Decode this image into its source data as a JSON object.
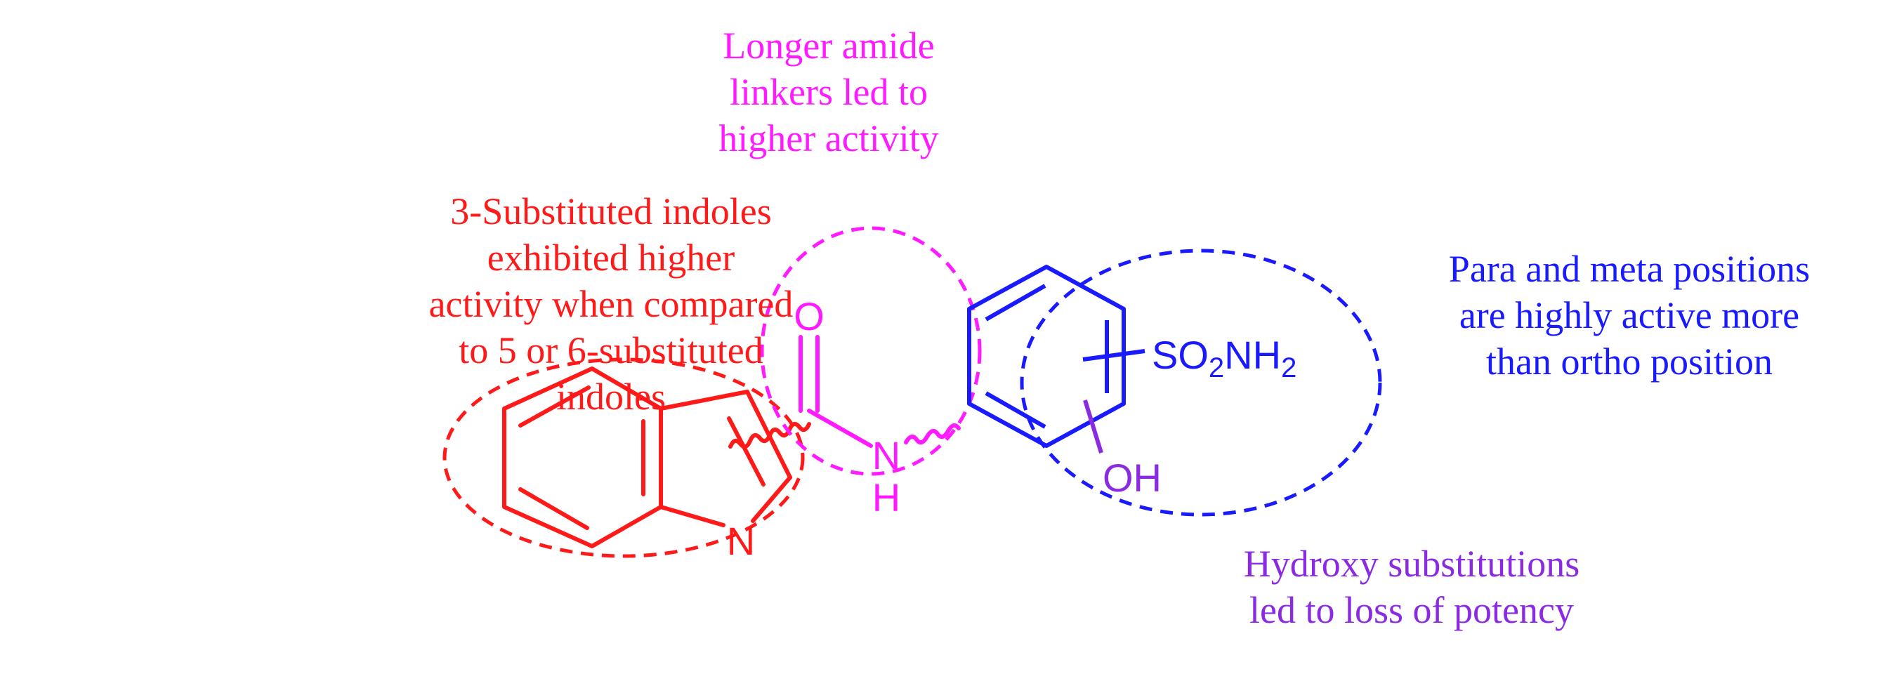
{
  "colors": {
    "indole": "#ff1a1a",
    "amide": "#ff1aff",
    "sulfonamide": "#1a1aff",
    "hydroxy": "#8a2be2"
  },
  "annotations": {
    "indole": [
      "3-Substituted indoles",
      "exhibited higher",
      "activity when compared",
      "to 5 or 6-substituted",
      "indoles"
    ],
    "amide": [
      "Longer amide",
      "linkers led to",
      "higher activity"
    ],
    "para": [
      "Para and meta positions",
      "are highly active more",
      "than ortho position"
    ],
    "hydroxy": [
      "Hydroxy substitutions",
      "led to loss of potency"
    ]
  },
  "atoms": {
    "indole_n": "N",
    "carbonyl_o": "O",
    "amide_n": "N",
    "amide_h": "H",
    "sulfonamide_so": "SO",
    "sulfonamide_sub2": "2",
    "sulfonamide_nh": "NH",
    "sulfonamide_sub2b": "2",
    "hydroxy": "OH"
  }
}
